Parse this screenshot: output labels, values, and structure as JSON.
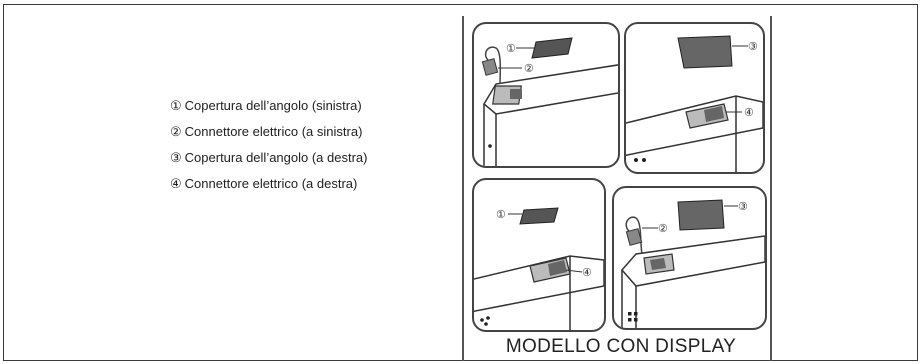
{
  "legend": {
    "items": [
      {
        "num": "①",
        "text": "Copertura dell’angolo (sinistra)"
      },
      {
        "num": "②",
        "text": "Connettore elettrico (a sinistra)"
      },
      {
        "num": "③",
        "text": "Copertura dell’angolo (a destra)"
      },
      {
        "num": "④",
        "text": "Connettore elettrico (a destra)"
      }
    ]
  },
  "figure": {
    "caption": "MODELLO CON DISPLAY",
    "callouts": [
      "①",
      "②",
      "③",
      "④"
    ]
  }
}
